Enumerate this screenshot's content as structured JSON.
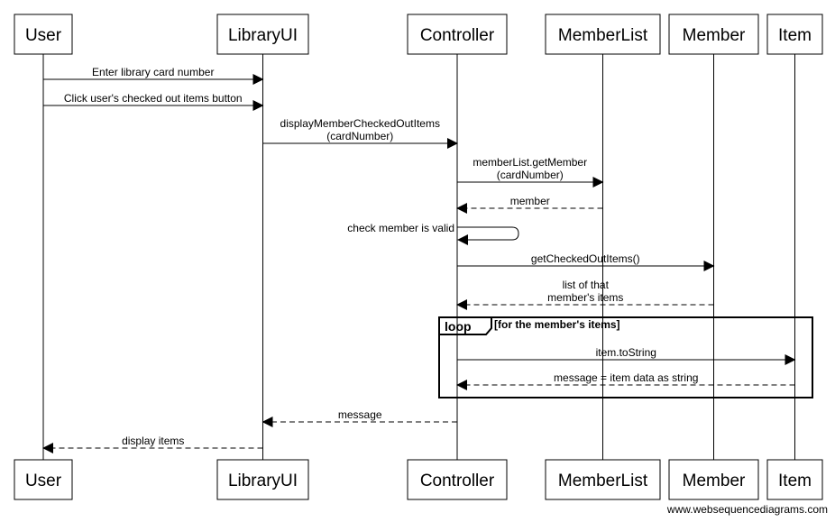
{
  "participants": [
    {
      "id": "user",
      "label": "User"
    },
    {
      "id": "libraryui",
      "label": "LibraryUI"
    },
    {
      "id": "controller",
      "label": "Controller"
    },
    {
      "id": "memberlist",
      "label": "MemberList"
    },
    {
      "id": "member",
      "label": "Member"
    },
    {
      "id": "item",
      "label": "Item"
    }
  ],
  "messages": [
    {
      "id": "enter-card",
      "from": "user",
      "to": "libraryui",
      "style": "solid",
      "lines": [
        "Enter library card number"
      ]
    },
    {
      "id": "click-button",
      "from": "user",
      "to": "libraryui",
      "style": "solid",
      "lines": [
        "Click user's checked out items button"
      ]
    },
    {
      "id": "display-checked-out",
      "from": "libraryui",
      "to": "controller",
      "style": "solid",
      "lines": [
        "displayMemberCheckedOutItems",
        "(cardNumber)"
      ]
    },
    {
      "id": "get-member",
      "from": "controller",
      "to": "memberlist",
      "style": "solid",
      "lines": [
        "memberList.getMember",
        "(cardNumber)"
      ]
    },
    {
      "id": "member-return",
      "from": "memberlist",
      "to": "controller",
      "style": "dashed",
      "lines": [
        "member"
      ]
    },
    {
      "id": "check-valid",
      "from": "controller",
      "to": "controller",
      "style": "self",
      "lines": [
        "check member is valid"
      ]
    },
    {
      "id": "get-items",
      "from": "controller",
      "to": "member",
      "style": "solid",
      "lines": [
        "getCheckedOutItems()"
      ]
    },
    {
      "id": "items-return",
      "from": "member",
      "to": "controller",
      "style": "dashed",
      "lines": [
        "list of that",
        "member's items"
      ]
    },
    {
      "id": "item-tostring",
      "from": "controller",
      "to": "item",
      "style": "solid",
      "lines": [
        "item.toString"
      ]
    },
    {
      "id": "string-return",
      "from": "item",
      "to": "controller",
      "style": "dashed",
      "lines": [
        "message = item data as string"
      ]
    },
    {
      "id": "message-return",
      "from": "controller",
      "to": "libraryui",
      "style": "dashed",
      "lines": [
        "message"
      ]
    },
    {
      "id": "display-items",
      "from": "libraryui",
      "to": "user",
      "style": "dashed",
      "lines": [
        "display items"
      ]
    }
  ],
  "loop": {
    "title": "loop",
    "guard": "[for the member's items]"
  },
  "credit": "www.websequencediagrams.com"
}
